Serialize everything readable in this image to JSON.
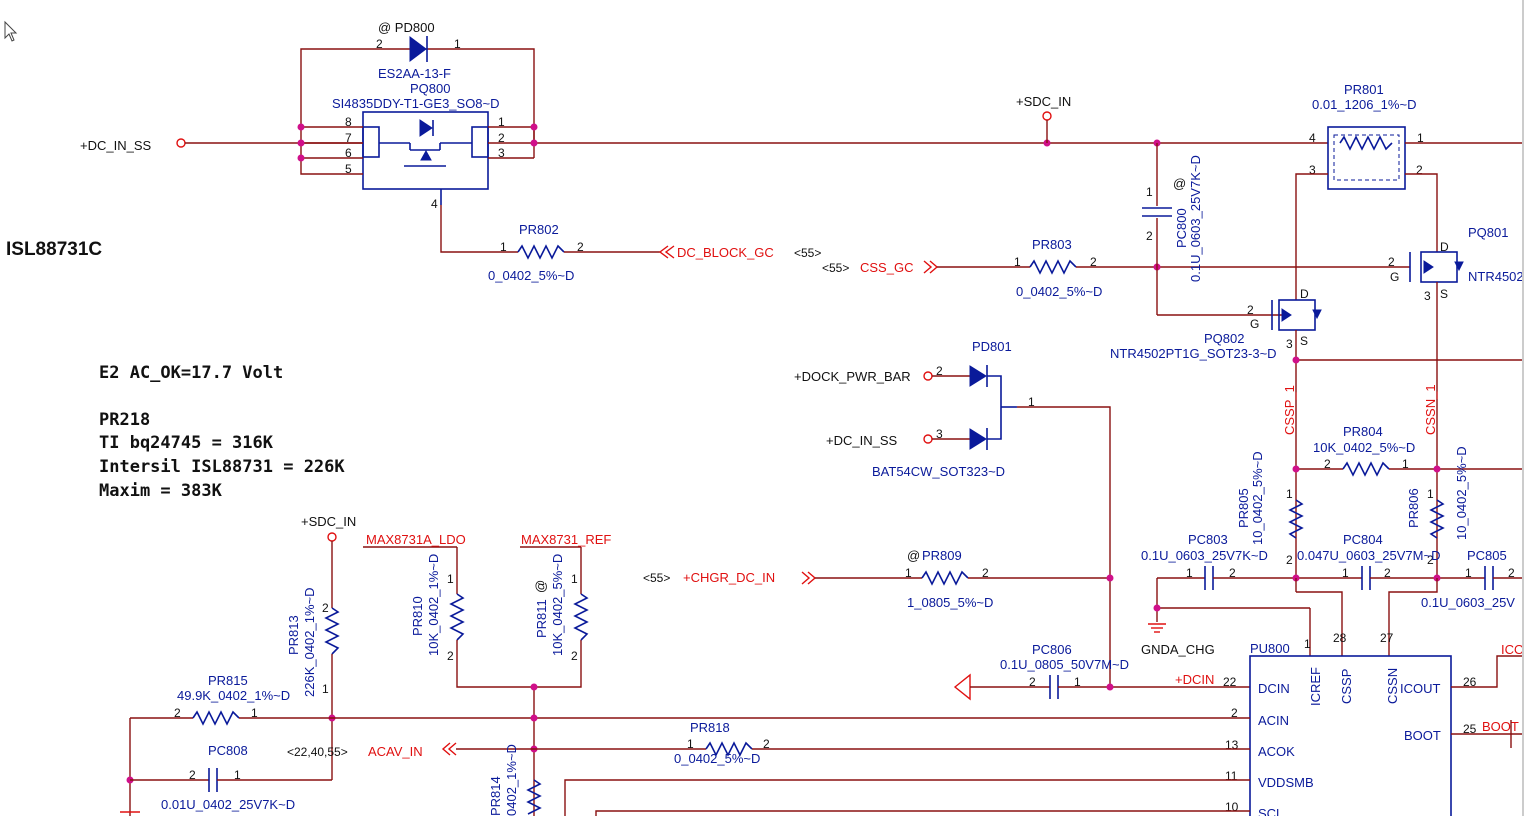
{
  "title": "ISL88731C",
  "notes": [
    "E2 AC_OK=17.7 Volt",
    "PR218",
    "TI bq24745 = 316K",
    "Intersil ISL88731 = 226K",
    "Maxim = 383K"
  ],
  "pd800": {
    "ref": "@ PD800",
    "value": "ES2AA-13-F",
    "pin1": "1",
    "pin2": "2"
  },
  "pq800": {
    "ref": "PQ800",
    "value": "SI4835DDY-T1-GE3_SO8~D",
    "pins": [
      "8",
      "7",
      "6",
      "5",
      "1",
      "2",
      "3",
      "4"
    ]
  },
  "pr802": {
    "ref": "PR802",
    "value": "0_0402_5%~D",
    "pin1": "1",
    "pin2": "2"
  },
  "pr803": {
    "ref": "PR803",
    "value": "0_0402_5%~D",
    "pin1": "1",
    "pin2": "2"
  },
  "pr801": {
    "ref": "PR801",
    "value": "0.01_1206_1%~D",
    "pins": [
      "4",
      "1",
      "3",
      "2"
    ]
  },
  "pc800": {
    "ref": "PC800",
    "at": "@",
    "value": "0.1U_0603_25V7K~D",
    "pin1": "1",
    "pin2": "2"
  },
  "pq801": {
    "ref": "PQ801",
    "value": "NTR4502",
    "pins": [
      "2",
      "3",
      "D",
      "G",
      "S"
    ]
  },
  "pq802": {
    "ref": "PQ802",
    "value": "NTR4502PT1G_SOT23-3~D",
    "pins": [
      "2",
      "3",
      "D",
      "G",
      "S"
    ]
  },
  "pd801": {
    "ref": "PD801",
    "value": "BAT54CW_SOT323~D",
    "pins": [
      "2",
      "3",
      "1"
    ]
  },
  "pr805": {
    "ref": "PR805",
    "value": "10_0402_5%~D",
    "pins": [
      "1",
      "2"
    ]
  },
  "pr806": {
    "ref": "PR806",
    "value": "10_0402_5%~D",
    "pins": [
      "1",
      "2"
    ]
  },
  "pr804": {
    "ref": "PR804",
    "value": "10K_0402_5%~D",
    "pin1": "2",
    "pin2": "1"
  },
  "pc803": {
    "ref": "PC803",
    "value": "0.1U_0603_25V7K~D",
    "pin1": "1",
    "pin2": "2"
  },
  "pc804": {
    "ref": "PC804",
    "value": "0.047U_0603_25V7M~D",
    "pin1": "1",
    "pin2": "2"
  },
  "pc805": {
    "ref": "PC805",
    "value": "0.1U_0603_25V",
    "pin1": "1",
    "pin2": "2"
  },
  "pr809": {
    "ref": "PR809",
    "at": "@",
    "value": "1_0805_5%~D",
    "pin1": "1",
    "pin2": "2"
  },
  "pc806": {
    "ref": "PC806",
    "value": "0.1U_0805_50V7M~D",
    "pin1": "1",
    "pin2": "2"
  },
  "pr810": {
    "ref": "PR810",
    "value": "10K_0402_1%~D",
    "pin1": "1",
    "pin2": "2"
  },
  "pr811": {
    "ref": "PR811",
    "at": "@",
    "value": "10K_0402_5%~D",
    "pin1": "1",
    "pin2": "2"
  },
  "pr813": {
    "ref": "PR813",
    "value": "226K_0402_1%~D",
    "pin1": "2",
    "pin2": "1"
  },
  "pr815": {
    "ref": "PR815",
    "value": "49.9K_0402_1%~D",
    "pin1": "2",
    "pin2": "1"
  },
  "pc808": {
    "ref": "PC808",
    "value": "0.01U_0402_25V7K~D",
    "pin1": "2",
    "pin2": "1"
  },
  "pr818": {
    "ref": "PR818",
    "value": "0_0402_5%~D",
    "pin1": "1",
    "pin2": "2"
  },
  "pr814": {
    "ref": "PR814",
    "value": "0402_1%~D"
  },
  "pu800": {
    "ref": "PU800",
    "left_pins": [
      {
        "n": "22",
        "name": "DCIN"
      },
      {
        "n": "2",
        "name": "ACIN"
      },
      {
        "n": "13",
        "name": "ACOK"
      },
      {
        "n": "11",
        "name": "VDDSMB"
      },
      {
        "n": "10",
        "name": "SCL"
      }
    ],
    "top_pins": [
      {
        "n": "1",
        "name": "ICREF"
      },
      {
        "n": "28",
        "name": "CSSP"
      },
      {
        "n": "27",
        "name": "CSSN"
      }
    ],
    "right_pins": [
      {
        "n": "26",
        "name": "ICOUT"
      },
      {
        "n": "25",
        "name": "BOOT"
      }
    ]
  },
  "nets": {
    "dc_in_ss": "+DC_IN_SS",
    "sdc_in": "+SDC_IN",
    "dc_block_gc": "DC_BLOCK_GC",
    "css_gc": "CSS_GC",
    "ref55": "<55>",
    "dock_pwr_bar": "+DOCK_PWR_BAR",
    "dc_in_ss2": "+DC_IN_SS",
    "chgr_dc_in": "+CHGR_DC_IN",
    "cssp": "CSSP_1",
    "cssn": "CSSN_1",
    "gnda_chg": "GNDA_CHG",
    "dcin": "+DCIN",
    "ldo": "MAX8731A_LDO",
    "ref": "MAX8731_REF",
    "acav_in": "ACAV_IN",
    "acav_ref": "<22,40,55>",
    "sdc_in2": "+SDC_IN",
    "boot": "BOOT",
    "ico": "ICO"
  }
}
